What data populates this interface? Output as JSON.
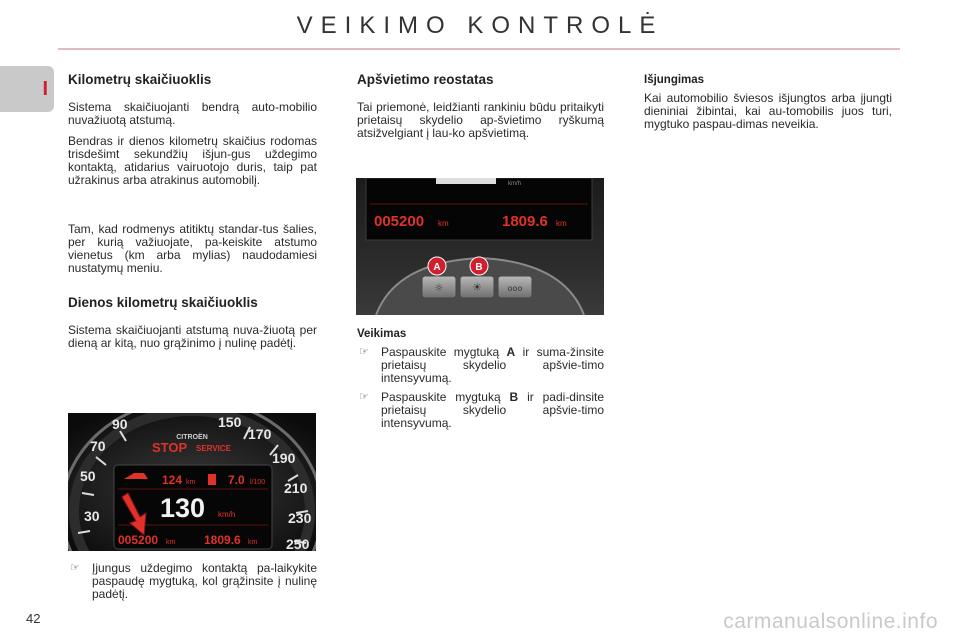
{
  "header": {
    "title": "VEIKIMO KONTROLĖ",
    "chapter": "I"
  },
  "col1": {
    "heading1": "Kilometrų skaičiuoklis",
    "p1": "Sistema skaičiuojanti bendrą auto-mobilio nuvažiuotą atstumą.",
    "p2": "Bendras ir dienos kilometrų skaičius rodomas trisdešimt sekundžių išjun-gus uždegimo kontaktą, atidarius vairuotojo duris, taip pat užrakinus arba atrakinus automobilį.",
    "p3": "Tam, kad rodmenys atitiktų standar-tus šalies, per kurią važiuojate, pa-keiskite atstumo vienetus (km arba mylias) naudodamiesi nustatymų meniu.",
    "heading2": "Dienos kilometrų skaičiuoklis",
    "p4": "Sistema skaičiuojanti atstumą nuva-žiuotą per dieną ar kitą, nuo grąžinimo į nulinę padėtį.",
    "bullet1": "Įjungus uždegimo kontaktą pa-laikykite paspaudę mygtuką, kol grąžinsite į nulinę padėtį."
  },
  "col2": {
    "heading": "Apšvietimo reostatas",
    "p1": "Tai priemonė, leidžianti rankiniu būdu pritaikyti prietaisų skydelio ap-švietimo ryškumą atsižvelgiant į lau-ko apšvietimą.",
    "sub": "Veikimas",
    "bullet1_pre": "Paspauskite mygtuką ",
    "bullet1_key": "A",
    "bullet1_post": " ir suma-žinsite prietaisų skydelio apšvie-timo intensyvumą.",
    "bullet2_pre": "Paspauskite mygtuką ",
    "bullet2_key": "B",
    "bullet2_post": " ir padi-dinsite prietaisų skydelio apšvie-timo intensyvumą."
  },
  "col3": {
    "sub": "Išjungimas",
    "p1": "Kai automobilio šviesos išjungtos arba įjungti dieniniai žibintai, kai au-tomobilis juos turi, mygtuko paspau-dimas neveikia."
  },
  "dashboard_photo": {
    "brand": "CITROËN",
    "stop": "STOP",
    "service": "SERVICE",
    "range": "124",
    "range_unit": "km",
    "consumption": "7.0",
    "consumption_unit": "l/100",
    "speed": "130",
    "speed_unit": "km/h",
    "odometer": "005200",
    "odometer_unit": "km",
    "trip": "1809.6",
    "trip_unit": "km",
    "scale": [
      "70",
      "90",
      "150",
      "170",
      "190",
      "210",
      "230",
      "250",
      "50",
      "30"
    ]
  },
  "rheostat_photo": {
    "odometer": "005200",
    "odometer_unit": "km",
    "trip": "1809.6",
    "trip_unit": "km",
    "top_unit": "km/h",
    "button_a": "A",
    "button_b": "B"
  },
  "footer": {
    "page": "42",
    "watermark": "carmanualsonline.info"
  },
  "colors": {
    "accent_red": "#d11f2e",
    "display_red": "#e0322a",
    "rule_pink": "#e7b9c0"
  },
  "icons": {
    "bullet": "pointing-hand-icon",
    "arrow": "red-arrow-icon"
  }
}
